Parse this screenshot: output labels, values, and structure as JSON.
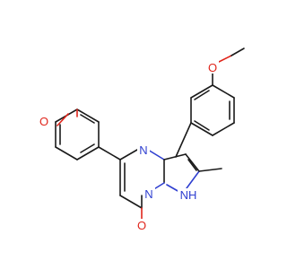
{
  "molecule": {
    "atom_labels": {
      "o_methoxy_right": "O",
      "o_methoxy_left": "O",
      "n_pyrimidine": "N",
      "n_bridge": "N",
      "nh_pyrazole": "NH",
      "o_carbonyl": "O"
    },
    "colors": {
      "bond": "#1a1a1a",
      "oxygen": "#e0251b",
      "nitrogen": "#2f3fd0"
    }
  }
}
